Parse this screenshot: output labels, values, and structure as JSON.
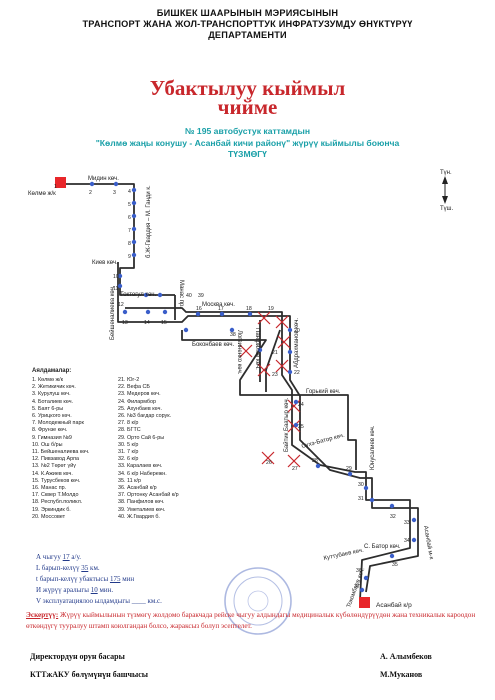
{
  "header": {
    "line1": "БИШКЕК ШААРЫНЫН МЭРИЯСЫНЫН",
    "line2": "ТРАНСПОРТ ЖАНА ЖОЛ-ТРАНСПОРТТУК ИНФРАТУЗУМДУ ӨНҮКТҮРҮҮ",
    "line3": "ДЕПАРТАМЕНТИ"
  },
  "title": {
    "line1": "Убактылуу кыймыл",
    "line2": "чийме"
  },
  "subtitle": {
    "line1": "№ 195 автобустук каттамдын",
    "line2": "\"Көлмө жаңы конушу - Асанбай кичи районү\" жүрүү кыймылы боюнча",
    "line3": "ТҮЗМӨГҮ"
  },
  "compass": {
    "north": "Түн.",
    "south": "Түш."
  },
  "terminals": {
    "start": "Көлмө ж/к",
    "end": "Асанбай к/р"
  },
  "streets": {
    "midin": "Мидин көч.",
    "kiev": "Киев көч.",
    "gvardia": "б.Ж-Гвардия – М. Ганди к.",
    "toktogul": "Токтогул көч.",
    "beishenalieva": "Бейшеналиева көч.",
    "manas": "Манас пр.",
    "moskva": "Москва көч.",
    "bokonbaev": "Боконбаев көч.",
    "logvinenko": "Логвиненко көч.",
    "panfilov": "Панфилов көч.",
    "abdrahmanov": "Абдрахманов көч.",
    "gorkiy": "Горький көч.",
    "baitik": "Байтик Баатыр көч.",
    "suhe": "Сүхэ-Батор көч.",
    "yunusaliev": "Юнусалиев көч.",
    "sbator": "С. Батор көч.",
    "kuttubaev": "Куттубаев көч.",
    "tokombaev": "Токомбаев көч.",
    "mkr": "Асанбай м-к"
  },
  "stops_title": "Аялдамалар:",
  "stops_col1": [
    "1. Көлмө ж/к",
    "2. Жетикичик көч.",
    "3. Курулуш көч.",
    "4. Боталиев көч.",
    "5. Баят 6-ры",
    "6. Урицкого көч.",
    "7. Молодежный парк",
    "8. Фрунзе көч.",
    "9. Гимназия №9",
    "10. Ош б/ры",
    "11. Бейшеналиева көч.",
    "12. Пивзавод Арпа",
    "13. №2 Төрөт үйү",
    "14. К.Ажиев көч.",
    "15. Турусбеков көч.",
    "16. Манас пр.",
    "17. Сквер Т.Молдо",
    "18. Республ.поликл.",
    "19. Эркиндик б.",
    "20. Моссовет"
  ],
  "stops_col2": [
    "21. Юг-2",
    "22. Вефа СБ",
    "23. Медеров көч.",
    "24. Филармбор",
    "25. Ахунбаев көч.",
    "26. №3 бағдар сорук.",
    "27. 8 к/р",
    "28. БГТС",
    "29. Орто Сай 6-ры",
    "30. 5 к/р",
    "31. 7 к/р",
    "32. 6 к/р",
    "33. Каралаев көч.",
    "34. 6 к/р Набережн.",
    "35. 11 к/р",
    "36. Асанбай к/р",
    "37. Ортонку Асанбай к/р",
    "38. Панфилов көч.",
    "39. Уметалиев көч.",
    "40. Ж.Гвардия б."
  ],
  "info": {
    "l1_label": "А чыгуу",
    "l1_value": "17",
    "l1_unit": "а/у.",
    "l2_label": "L барып-келүү",
    "l2_value": "35",
    "l2_unit": "км.",
    "l3_label": "t барып-келүү убактысы",
    "l3_value": "175",
    "l3_unit": "мин",
    "l4_label": "И жүрүү аралыгы",
    "l4_value": "10",
    "l4_unit": "мин.",
    "l5_label": "V эксплуатациялоо ылдамдыгы",
    "l5_value": "____",
    "l5_unit": "км.с."
  },
  "note": {
    "label": "Эскертүү:",
    "text": "Жүрүү кыймылынын түзмөгү жолдомо баракчада рейске чыгуу алдындагы медициналык күбөлөндүрүүдөн жана техникалык кароодон өткөндүгү тууралуу штамп коюлгандан болсо, жараксыз болуп эсептелет."
  },
  "signatures": {
    "s1_title": "Директордун орун басары",
    "s1_name": "А. Алымбеков",
    "s2_title": "КТТжАКУ бөлүмүнүн башчысы",
    "s2_name": "М.Муканов"
  },
  "colors": {
    "route": "#2d2d2d",
    "stop": "#3a5ec9",
    "cross": "#c8272c",
    "terminal": "#e8262a",
    "title": "#c8272c",
    "subtitle": "#1aa0a8"
  }
}
